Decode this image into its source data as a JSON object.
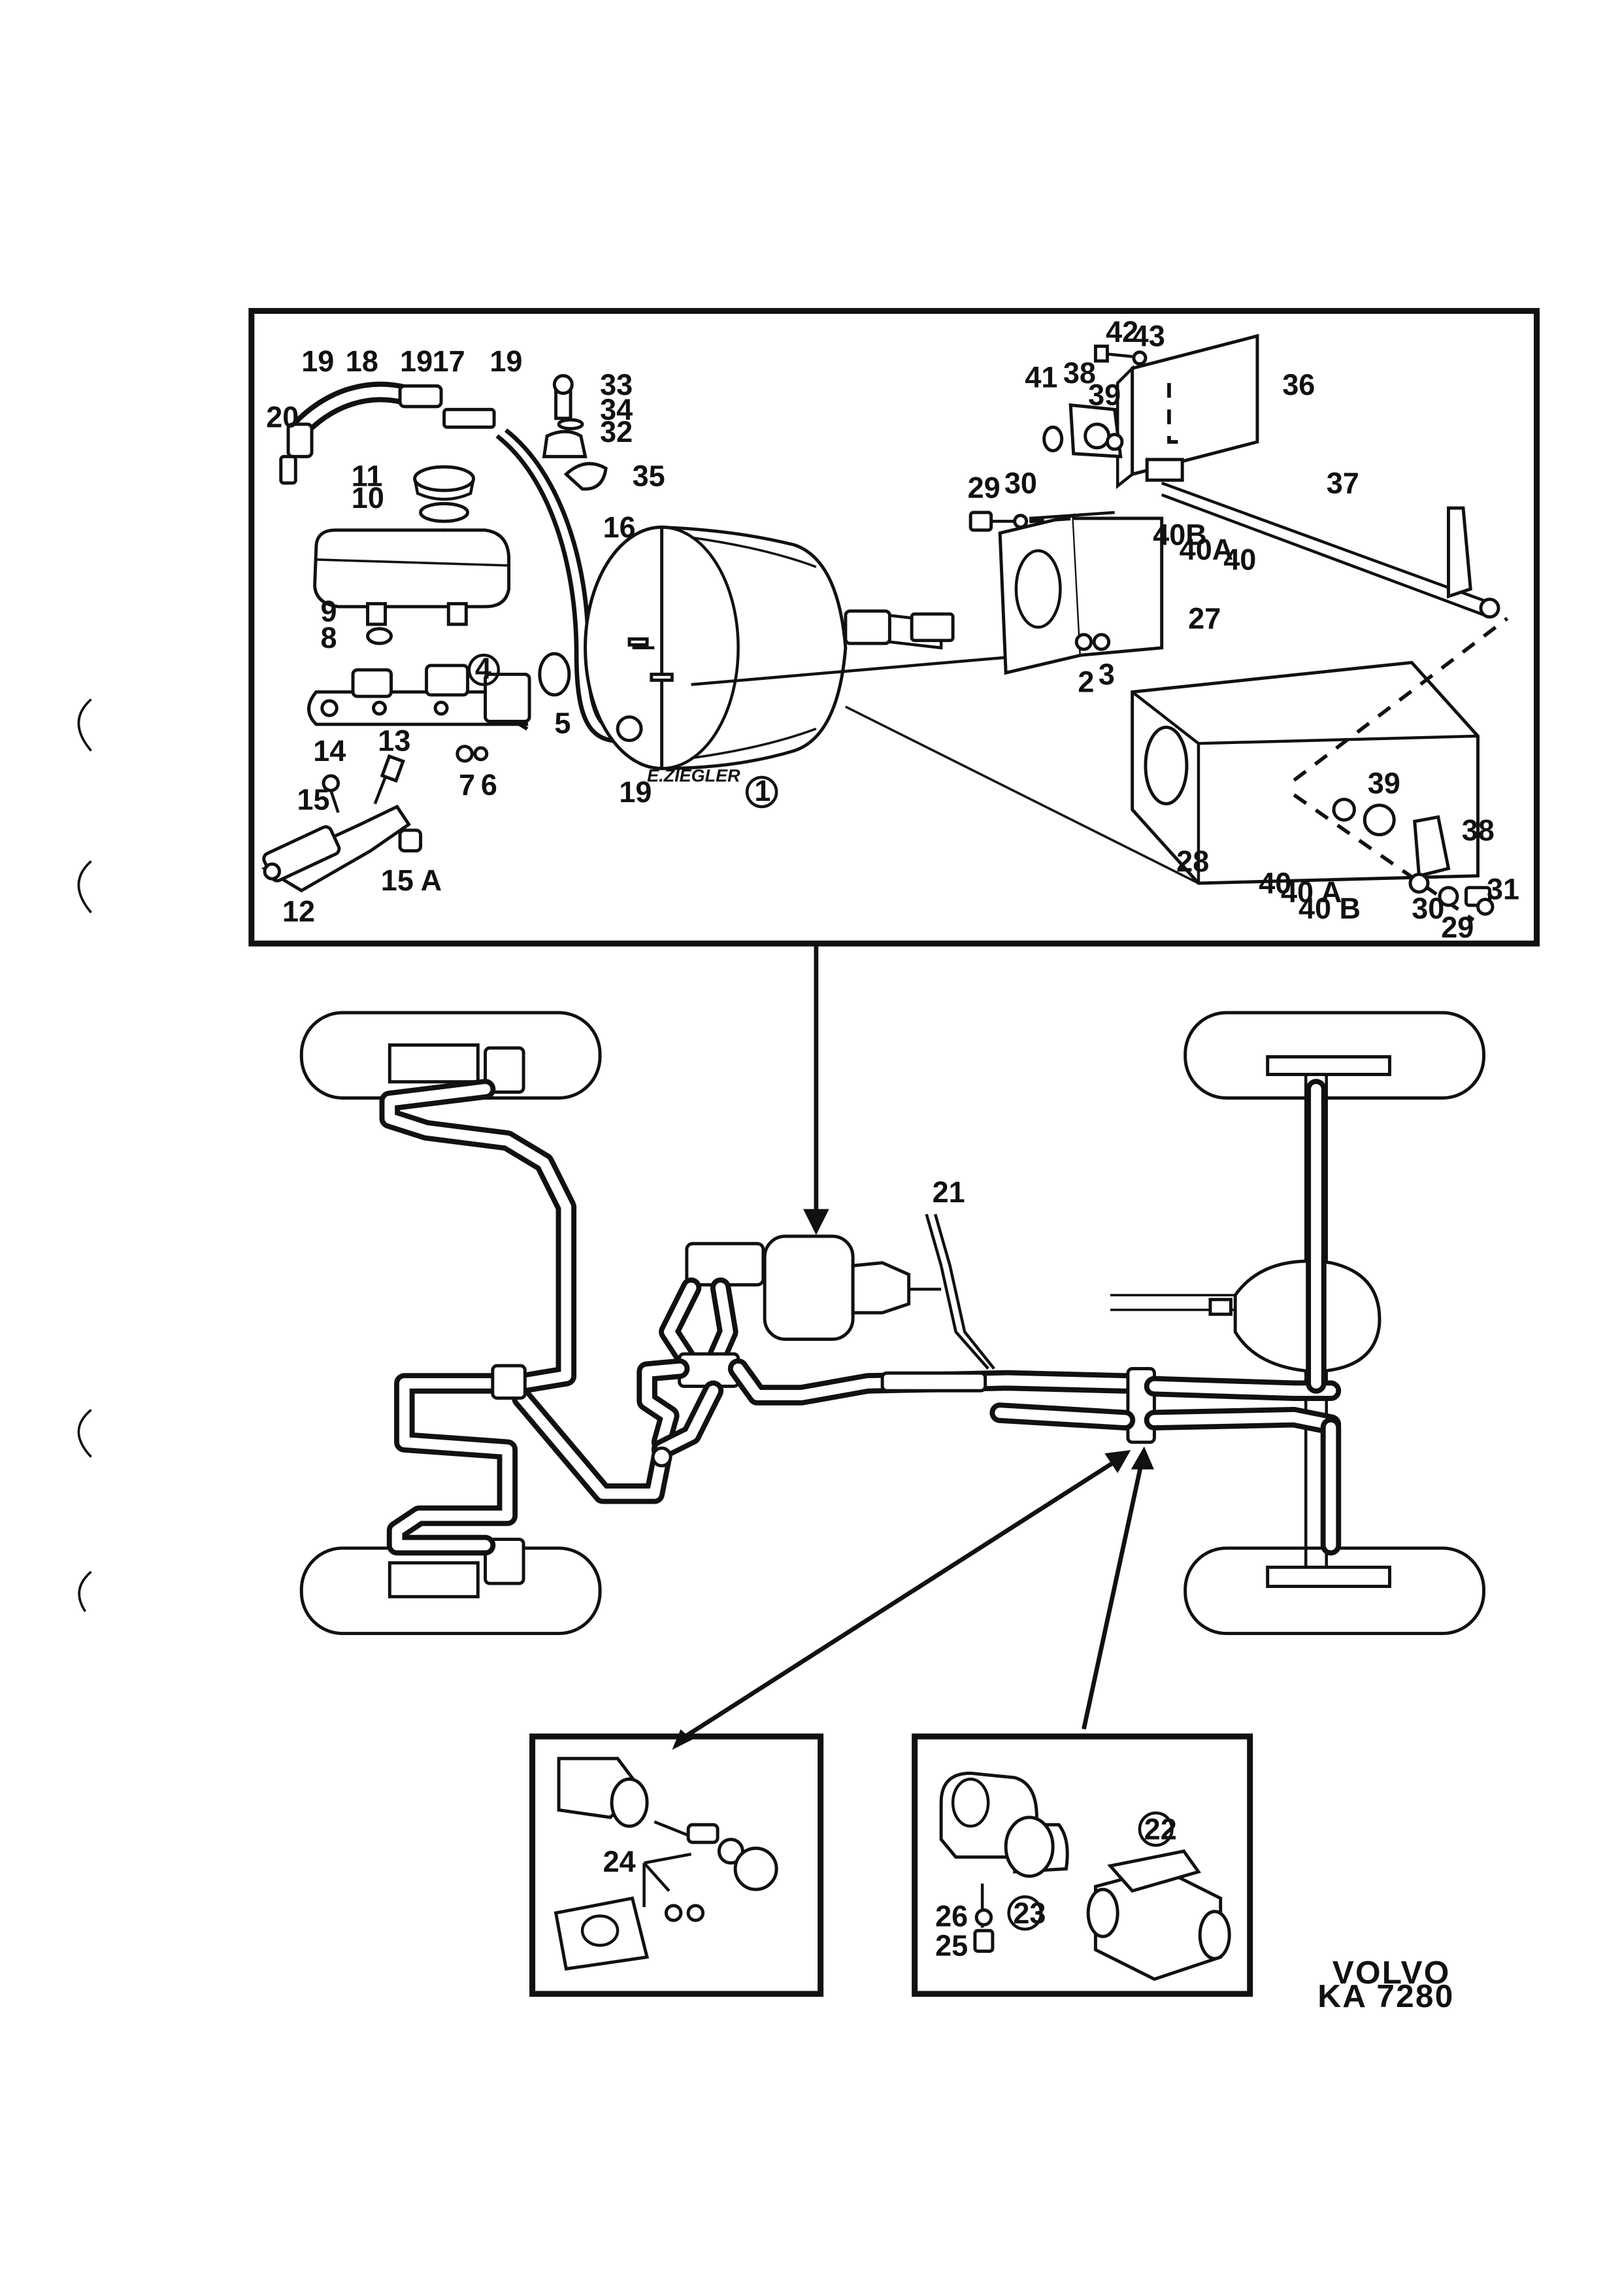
{
  "upper_panel": {
    "labels": {
      "l1": "1",
      "l2": "2",
      "l3": "3",
      "l4": "4",
      "l5": "5",
      "l6": "6",
      "l7": "7",
      "l8": "8",
      "l9": "9",
      "l10": "10",
      "l11": "11",
      "l12": "12",
      "l13": "13",
      "l14": "14",
      "l15": "15",
      "l15a": "15 A",
      "l16": "16",
      "l17": "17",
      "l18": "18",
      "l19a": "19",
      "l19b": "19",
      "l19c": "19",
      "l19d": "19",
      "l20": "20",
      "l27": "27",
      "l28": "28",
      "l29a": "29",
      "l29b": "29",
      "l30a": "30",
      "l30b": "30",
      "l31": "31",
      "l32": "32",
      "l33": "33",
      "l34": "34",
      "l35": "35",
      "l36": "36",
      "l37": "37",
      "l38a": "38",
      "l38b": "38",
      "l39a": "39",
      "l39b": "39",
      "l40a": "40",
      "l40b": "40",
      "l40ba": "40B",
      "l40aa": "40A",
      "l40ab": "40 A",
      "l40bb": "40 B",
      "l41": "41",
      "l42": "42",
      "l43": "43"
    },
    "signature": "E.ZIEGLER"
  },
  "middle_panel": {
    "labels": {
      "l21": "21"
    }
  },
  "inset_left": {
    "labels": {
      "l24": "24"
    }
  },
  "inset_right": {
    "labels": {
      "l22": "22",
      "l23": "23",
      "l25": "25",
      "l26": "26"
    }
  },
  "footer": {
    "brand": "VOLVO",
    "code": "KA 7280"
  }
}
